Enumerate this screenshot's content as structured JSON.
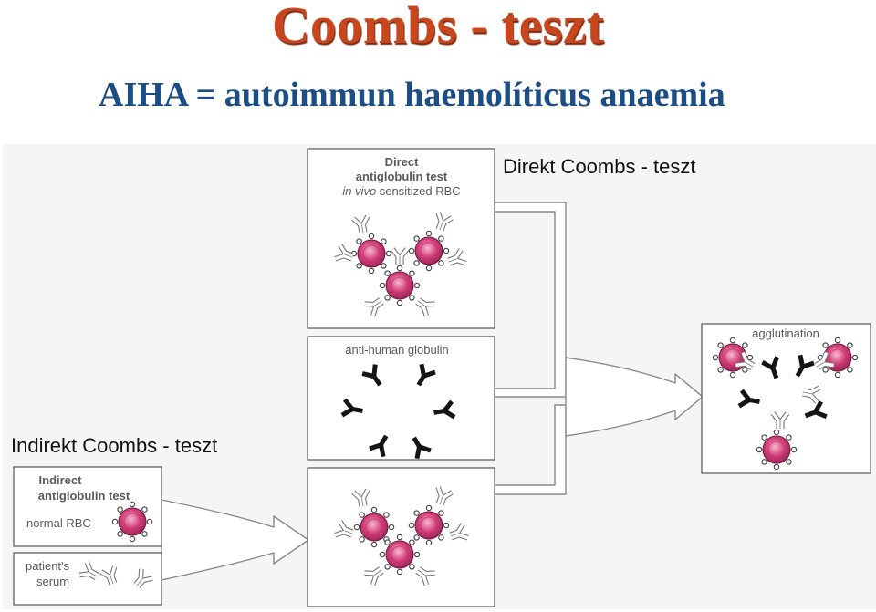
{
  "title": "Coombs - teszt",
  "subtitle": "AIHA = autoimmun haemolíticus anaemia",
  "captions": {
    "direct": "Direkt Coombs - teszt",
    "indirect": "Indirekt Coombs - teszt"
  },
  "panels": {
    "direct": {
      "line1": "Direct",
      "line2": "antiglobulin test",
      "line3_italic": "in vivo",
      "line3_rest": " sensitized RBC"
    },
    "anti_human": {
      "label": "anti-human globulin"
    },
    "agglutination": {
      "label": "agglutination"
    },
    "indirect": {
      "line1": "Indirect",
      "line2": "antiglobulin test",
      "line3": "normal RBC"
    },
    "serum": {
      "line1": "patient's",
      "line2": "serum"
    }
  },
  "colors": {
    "title": "#c8461e",
    "subtitle": "#1c4e86",
    "rbc": "#d4407a",
    "antibody_light": "#ffffff",
    "antibody_dark": "#151515"
  }
}
